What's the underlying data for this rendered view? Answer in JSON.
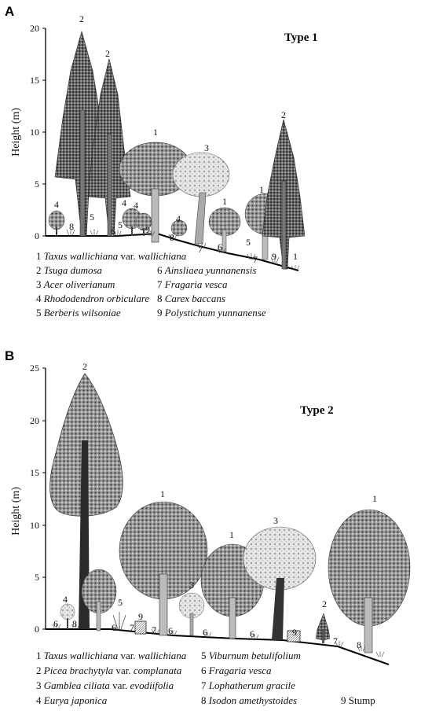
{
  "panels": [
    {
      "id": "A",
      "label": "A",
      "type_title": "Type 1",
      "axis_title": "Height (m)",
      "ticks": [
        "0",
        "5",
        "10",
        "15",
        "20"
      ],
      "numbers": [
        "2",
        "2",
        "1",
        "3",
        "2",
        "1",
        "1",
        "4",
        "4",
        "4",
        "4",
        "5",
        "5",
        "5",
        "6",
        "6",
        "7",
        "7",
        "8",
        "8",
        "9",
        "9",
        "1"
      ],
      "legend": [
        {
          "num": "1",
          "sp": "Taxus wallichiana",
          "rest": " var. ",
          "sp2": "wallichiana"
        },
        {
          "num": "2",
          "sp": "Tsuga dumosa",
          "rest": "",
          "sp2": ""
        },
        {
          "num": "3",
          "sp": "Acer oliverianum",
          "rest": "",
          "sp2": ""
        },
        {
          "num": "4",
          "sp": "Rhododendron orbiculare",
          "rest": "",
          "sp2": ""
        },
        {
          "num": "5",
          "sp": "Berberis wilsoniae",
          "rest": "",
          "sp2": ""
        },
        {
          "num": "6",
          "sp": "Ainsliaea yunnanensis",
          "rest": "",
          "sp2": ""
        },
        {
          "num": "7",
          "sp": "Fragaria vesca",
          "rest": "",
          "sp2": ""
        },
        {
          "num": "8",
          "sp": "Carex baccans",
          "rest": "",
          "sp2": ""
        },
        {
          "num": "9",
          "sp": "Polystichum yunnanense",
          "rest": "",
          "sp2": ""
        }
      ]
    },
    {
      "id": "B",
      "label": "B",
      "type_title": "Type 2",
      "axis_title": "Height (m)",
      "ticks": [
        "0",
        "5",
        "10",
        "15",
        "20",
        "25"
      ],
      "numbers": [
        "2",
        "1",
        "1",
        "1",
        "3",
        "3",
        "2",
        "4",
        "5",
        "6",
        "6",
        "6",
        "6",
        "6",
        "7",
        "7",
        "7",
        "8",
        "8",
        "9",
        "9"
      ],
      "legend": [
        {
          "num": "1",
          "sp": "Taxus wallichiana",
          "rest": " var. ",
          "sp2": "wallichiana"
        },
        {
          "num": "2",
          "sp": "Picea brachytyla",
          "rest": " var. ",
          "sp2": "complanata"
        },
        {
          "num": "3",
          "sp": "Gamblea ciliata",
          "rest": " var. ",
          "sp2": "evodiifolia"
        },
        {
          "num": "4",
          "sp": "Eurya japonica",
          "rest": "",
          "sp2": ""
        },
        {
          "num": "5",
          "sp": "Viburnum betulifolium",
          "rest": "",
          "sp2": ""
        },
        {
          "num": "6",
          "sp": "Fragaria vesca",
          "rest": "",
          "sp2": ""
        },
        {
          "num": "7",
          "sp": "Lophatherum gracile",
          "rest": "",
          "sp2": ""
        },
        {
          "num": "8",
          "sp": "Isodon amethystoides",
          "rest": "",
          "sp2": ""
        },
        {
          "num": "9",
          "sp": "",
          "rest": "Stump",
          "sp2": ""
        }
      ]
    }
  ]
}
